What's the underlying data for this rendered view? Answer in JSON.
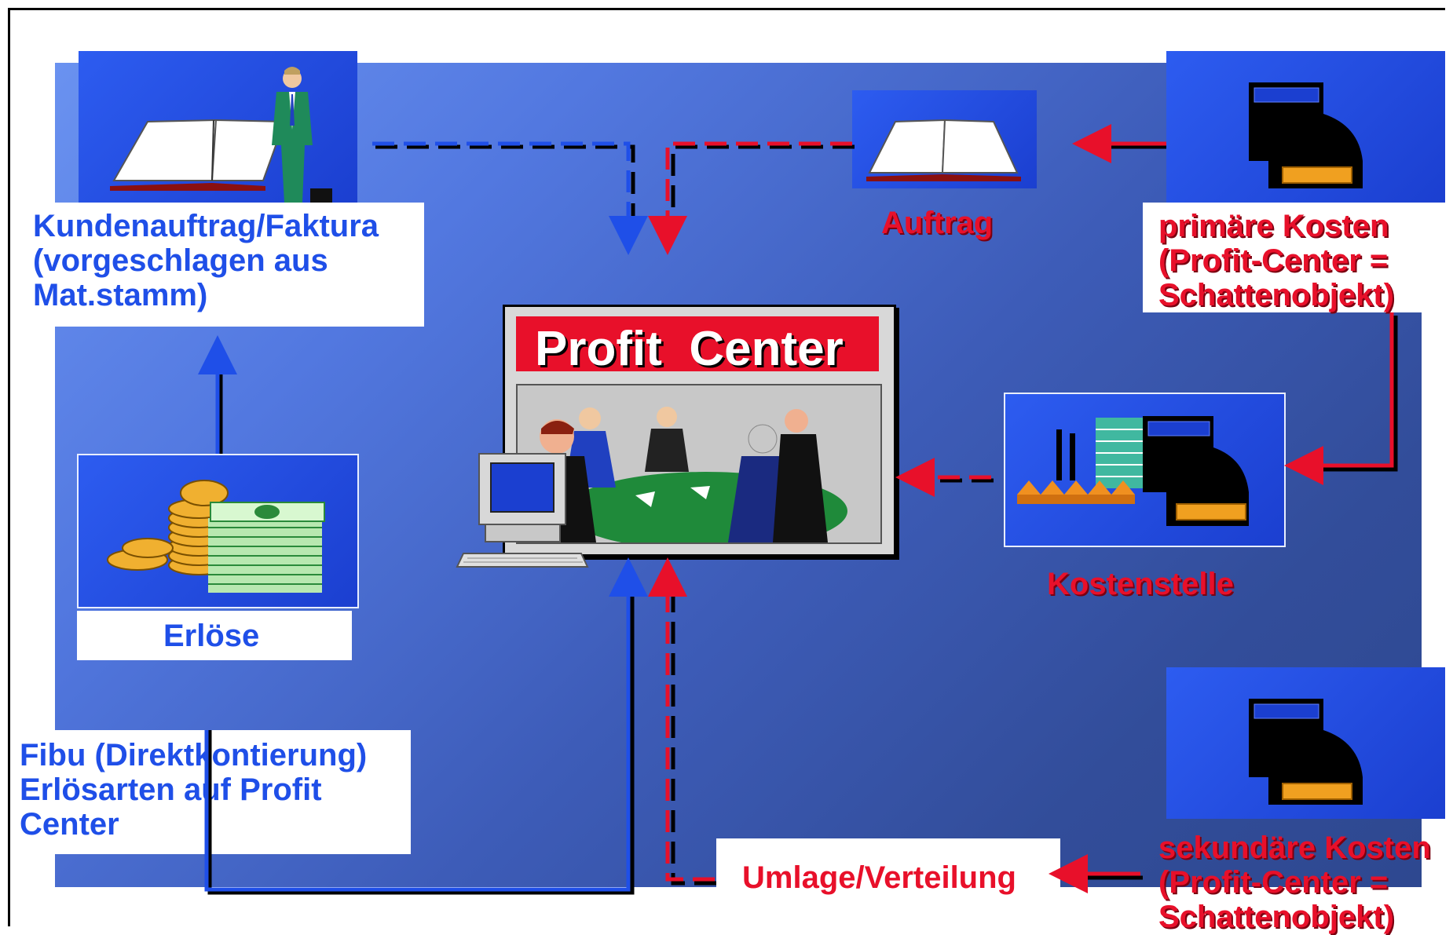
{
  "center": {
    "title": "Profit  Center"
  },
  "labels": {
    "kundenauftrag": "Kundenauftrag/Faktura\n(vorgeschlagen aus\nMat.stamm)",
    "auftrag": "Auftrag",
    "primaere_kosten": "primäre Kosten\n(Profit-Center =\nSchattenobjekt)",
    "kostenstelle": "Kostenstelle",
    "erloese": "Erlöse",
    "fibu": "Fibu (Direktkontierung)\nErlösarten auf Profit\nCenter",
    "umlage": "Umlage/Verteilung",
    "sekundaere_kosten": "sekundäre Kosten\n(Profit-Center =\nSchattenobjekt)"
  },
  "colors": {
    "revenue_flow": "#1f4fe8",
    "cost_flow": "#e8102a",
    "background_gradient_start": "#6a92f0",
    "background_gradient_end": "#2e4890",
    "title_banner": "#e8102a"
  },
  "icons": {
    "kundenauftrag": [
      "open-book-icon",
      "businessman-icon"
    ],
    "auftrag": "open-book-icon",
    "primaere_kosten": "cost-object-icon",
    "kostenstelle": [
      "factory-icon",
      "cost-object-icon"
    ],
    "erloese": [
      "coins-icon",
      "banknotes-icon"
    ],
    "sekundaere_kosten": "cost-object-icon",
    "center": [
      "meeting-room-icon",
      "computer-icon"
    ]
  }
}
